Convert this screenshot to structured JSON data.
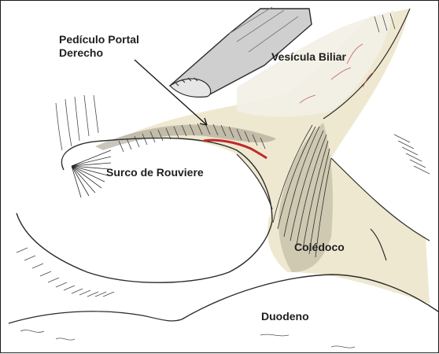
{
  "labels": {
    "portal_line1": "Pedículo Portal",
    "portal_line2": "Derecho",
    "gallbladder": "Vesícula Biliar",
    "rouviere": "Surco de Rouviere",
    "choledochus": "Colédoco",
    "duodenum": "Duodeno"
  },
  "colors": {
    "tissue": "#ece4c8",
    "tissue_shadow": "#d6cfae",
    "ink": "#2b2b2b",
    "vessel": "#c0282a",
    "instrument": "#bdbdbd"
  }
}
